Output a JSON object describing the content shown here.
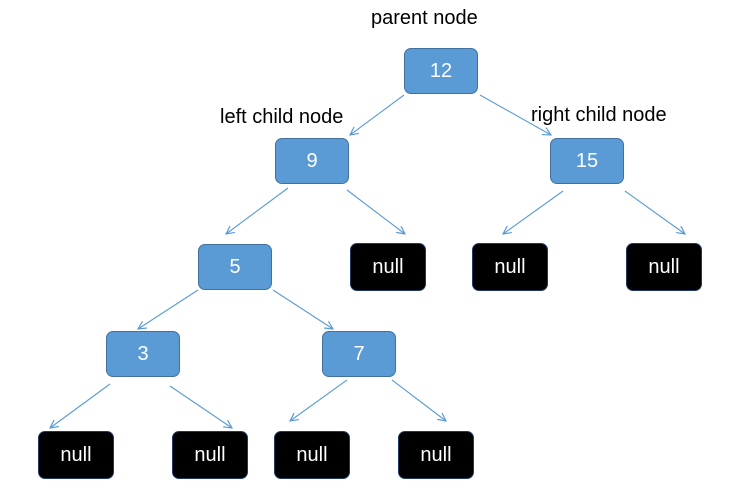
{
  "labels": {
    "parent": "parent node",
    "left_child": "left child node",
    "right_child": "right child node"
  },
  "nodes": {
    "n12": "12",
    "n9": "9",
    "n15": "15",
    "n5": "5",
    "n3": "3",
    "n7": "7",
    "null_9_right": "null",
    "null_15_left": "null",
    "null_15_right": "null",
    "null_3_left": "null",
    "null_3_right": "null",
    "null_7_left": "null",
    "null_7_right": "null"
  },
  "colors": {
    "value_node_fill": "#5b9bd5",
    "value_node_border": "#41719c",
    "null_node_fill": "#000000",
    "edge": "#5b9bd5"
  }
}
